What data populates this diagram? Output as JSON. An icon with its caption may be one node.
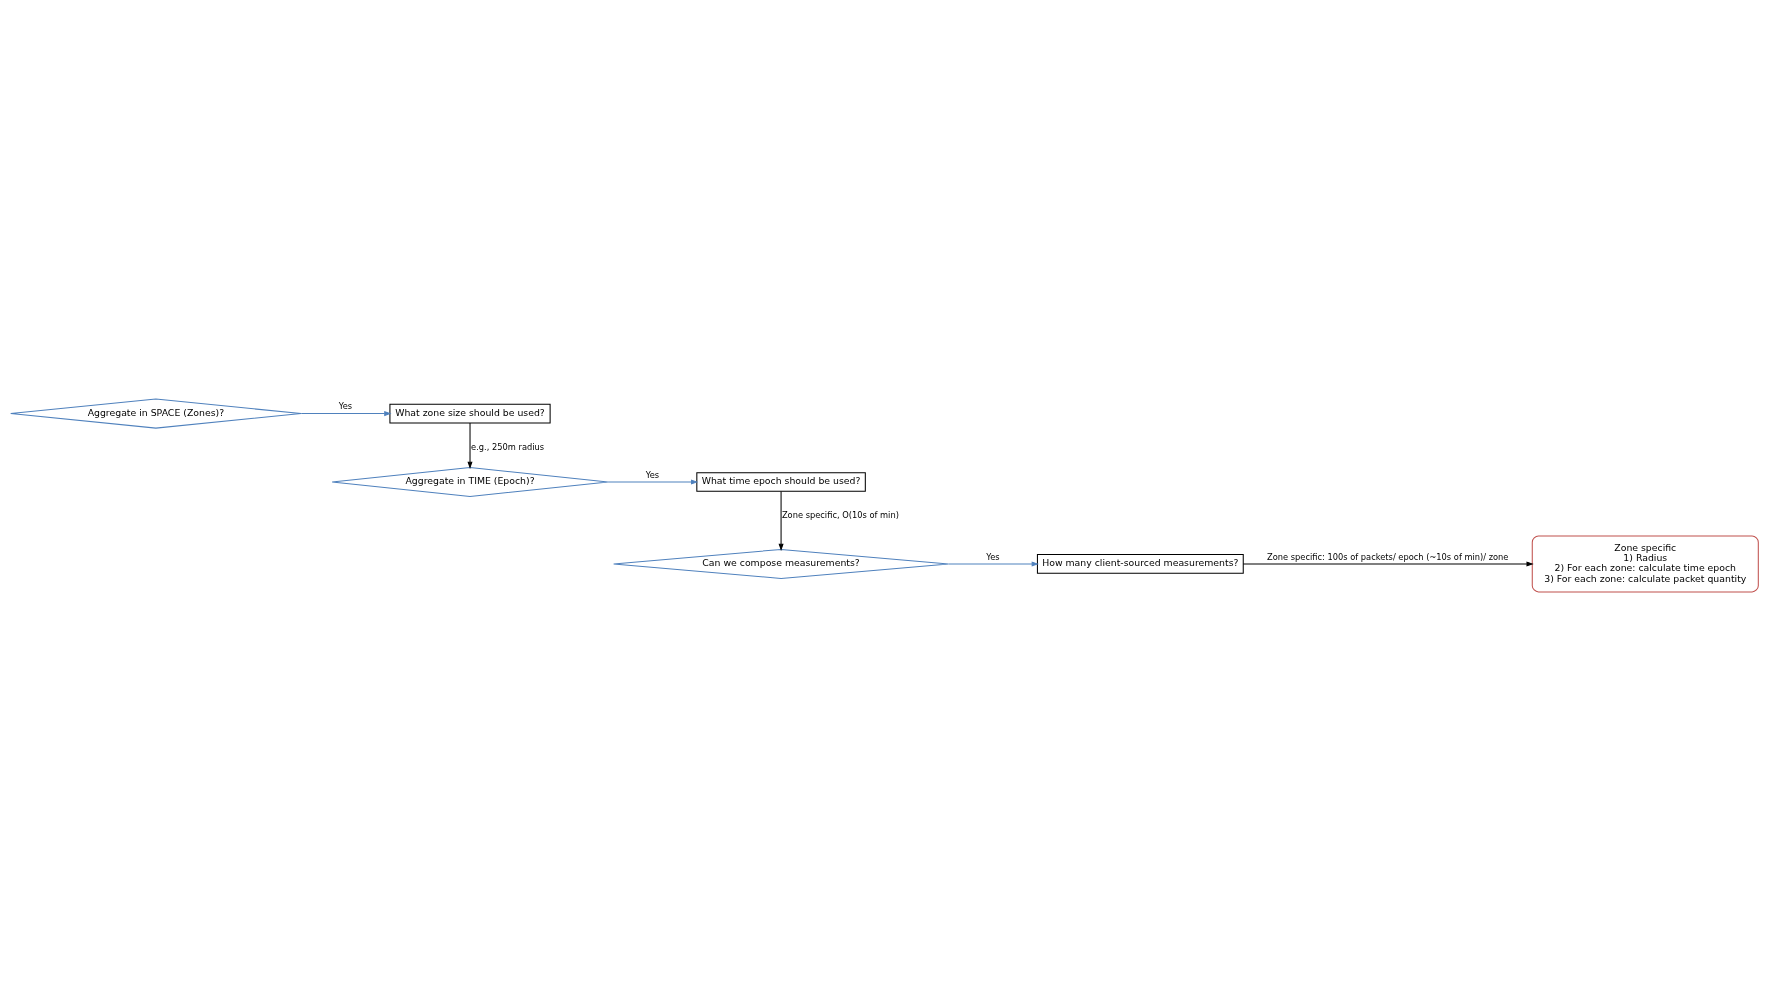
{
  "diagram": {
    "nodes": [
      {
        "text": [
          "Aggregate in SPACE (Zones)?"
        ]
      },
      {
        "text": [
          "What zone size should be used?"
        ]
      },
      {
        "text": [
          "Aggregate in TIME (Epoch)?"
        ]
      },
      {
        "text": [
          "What time epoch should be used?"
        ]
      },
      {
        "text": [
          "Can we compose measurements?"
        ]
      },
      {
        "text": [
          "How many client-sourced measurements?"
        ]
      },
      {
        "text": [
          "Zone specific",
          "1) Radius",
          "2) For each zone: calculate time epoch",
          "3) For each zone: calculate packet quantity"
        ]
      }
    ],
    "edges": [
      {
        "from": 0,
        "to": 1,
        "arrow": "to",
        "label": "Yes",
        "color": "#4f81bd"
      },
      {
        "from": 1,
        "to": 2,
        "arrow": "to",
        "label": "e.g., 250m radius",
        "color": "#000000"
      },
      {
        "from": 2,
        "to": 3,
        "arrow": "to",
        "label": "Yes",
        "color": "#4f81bd"
      },
      {
        "from": 3,
        "to": 4,
        "arrow": "to",
        "label": "Zone specific, O(10s of min)",
        "color": "#000000"
      },
      {
        "from": 4,
        "to": 5,
        "arrow": "to",
        "label": "Yes",
        "color": "#4f81bd"
      },
      {
        "from": 5,
        "to": 6,
        "arrow": "to",
        "label": "Zone specific: 100s of packets/ epoch (~10s of min)/ zone",
        "color": "#000000"
      }
    ]
  }
}
